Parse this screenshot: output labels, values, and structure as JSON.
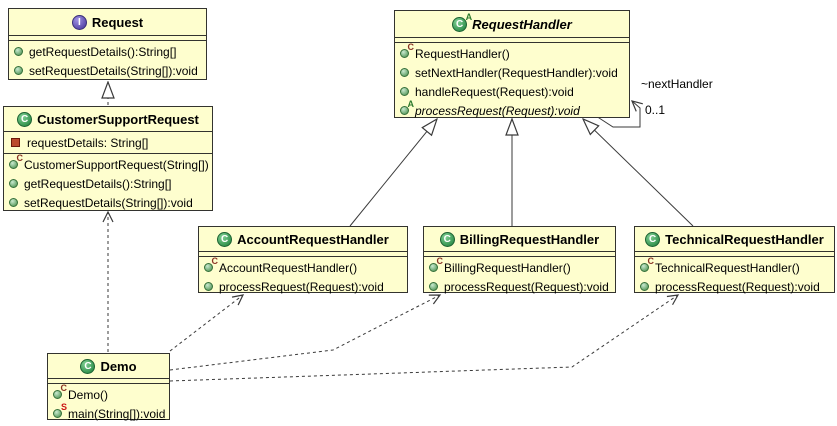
{
  "classes": {
    "request": {
      "name": "Request",
      "spot": "I",
      "methods": [
        {
          "text": "getRequestDetails():String[]"
        },
        {
          "text": "setRequestDetails(String[]):void"
        }
      ]
    },
    "customer_support_request": {
      "name": "CustomerSupportRequest",
      "spot": "C",
      "fields": [
        {
          "text": "requestDetails: String[]"
        }
      ],
      "methods": [
        {
          "sup": "C",
          "text": "CustomerSupportRequest(String[])"
        },
        {
          "text": "getRequestDetails():String[]"
        },
        {
          "text": "setRequestDetails(String[]):void"
        }
      ]
    },
    "request_handler": {
      "name": "RequestHandler",
      "spot": "C",
      "spot_sup": "A",
      "methods": [
        {
          "sup": "C",
          "text": "RequestHandler()"
        },
        {
          "text": "setNextHandler(RequestHandler):void"
        },
        {
          "text": "handleRequest(Request):void"
        },
        {
          "sup": "A",
          "text": "processRequest(Request):void"
        }
      ]
    },
    "account_request_handler": {
      "name": "AccountRequestHandler",
      "spot": "C",
      "methods": [
        {
          "sup": "C",
          "text": "AccountRequestHandler()"
        },
        {
          "text": "processRequest(Request):void"
        }
      ]
    },
    "billing_request_handler": {
      "name": "BillingRequestHandler",
      "spot": "C",
      "methods": [
        {
          "sup": "C",
          "text": "BillingRequestHandler()"
        },
        {
          "text": "processRequest(Request):void"
        }
      ]
    },
    "technical_request_handler": {
      "name": "TechnicalRequestHandler",
      "spot": "C",
      "methods": [
        {
          "sup": "C",
          "text": "TechnicalRequestHandler()"
        },
        {
          "text": "processRequest(Request):void"
        }
      ]
    },
    "demo": {
      "name": "Demo",
      "spot": "C",
      "methods": [
        {
          "sup": "C",
          "text": "Demo()"
        },
        {
          "sup": "S",
          "text": "main(String[]):void"
        }
      ]
    }
  },
  "edge_labels": {
    "next_handler": "~nextHandler",
    "multiplicity": "0..1"
  },
  "relations": [
    {
      "from": "CustomerSupportRequest",
      "to": "Request",
      "type": "realization"
    },
    {
      "from": "AccountRequestHandler",
      "to": "RequestHandler",
      "type": "generalization"
    },
    {
      "from": "BillingRequestHandler",
      "to": "RequestHandler",
      "type": "generalization"
    },
    {
      "from": "TechnicalRequestHandler",
      "to": "RequestHandler",
      "type": "generalization"
    },
    {
      "from": "RequestHandler",
      "to": "RequestHandler",
      "type": "association",
      "label": "~nextHandler",
      "multiplicity": "0..1"
    },
    {
      "from": "Demo",
      "to": "CustomerSupportRequest",
      "type": "dependency"
    },
    {
      "from": "Demo",
      "to": "AccountRequestHandler",
      "type": "dependency"
    },
    {
      "from": "Demo",
      "to": "BillingRequestHandler",
      "type": "dependency"
    },
    {
      "from": "Demo",
      "to": "TechnicalRequestHandler",
      "type": "dependency"
    }
  ],
  "colors": {
    "box_fill": "#fefece",
    "box_border": "#33332f",
    "class_spot": "#2f8f4b",
    "interface_spot": "#5747a8",
    "field_private": "#bb4a2d"
  }
}
